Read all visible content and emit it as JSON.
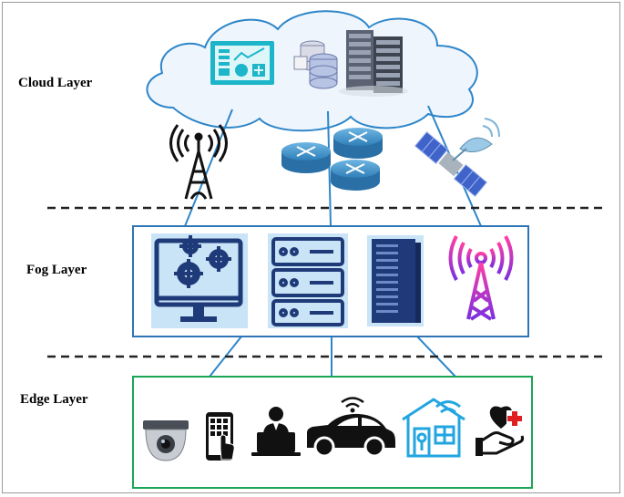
{
  "diagram": {
    "layers": {
      "cloud": {
        "label": "Cloud Layer"
      },
      "fog": {
        "label": "Fog Layer"
      },
      "edge": {
        "label": "Edge Layer"
      }
    },
    "colors": {
      "cloud_fill": "#eef5fc",
      "cloud_stroke": "#2e86c9",
      "fog_border": "#2e75b6",
      "edge_border": "#1aa657",
      "connector": "#2e86c9",
      "separator": "#222222",
      "icon_panel": "#c9e4f6",
      "icon_navy": "#1f3a78",
      "router_blue": "#2f7fb8",
      "tower_gradient_start": "#ff3fa4",
      "tower_gradient_end": "#7b2fe0",
      "accent_red": "#e02020"
    },
    "icons": {
      "cloud": [
        "dashboard-monitor-icon",
        "database-stack-icon",
        "server-rack-icon"
      ],
      "network": [
        "radio-tower-icon",
        "routers-icon",
        "satellite-icon"
      ],
      "fog": [
        "gear-monitor-icon",
        "storage-server-icon",
        "server-cabinet-icon",
        "signal-tower-icon"
      ],
      "edge": [
        "dome-camera-icon",
        "smartphone-icon",
        "user-laptop-icon",
        "connected-car-icon",
        "smart-home-icon",
        "healthcare-icon"
      ]
    }
  }
}
